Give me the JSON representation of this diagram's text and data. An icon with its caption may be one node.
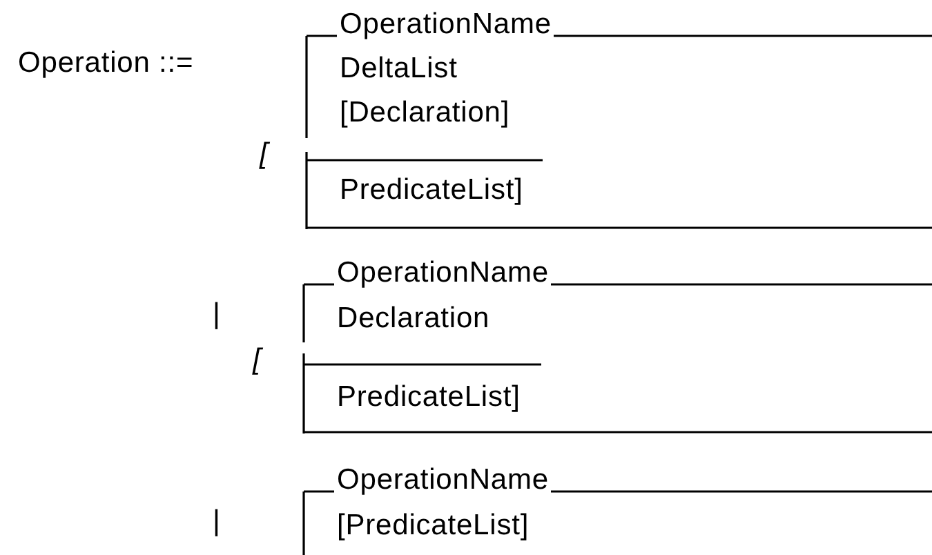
{
  "diagram": {
    "nodes": [
      {
        "text": [
          "OperationName",
          "DeltaList",
          "[Declaration]",
          "PredicateList]"
        ]
      },
      {
        "text": [
          "OperationName",
          "Declaration",
          "PredicateList]"
        ]
      },
      {
        "text": [
          "OperationName",
          "[PredicateList]"
        ]
      }
    ],
    "labels": [
      "Operation ::=",
      "[",
      "|",
      "[",
      "|"
    ]
  }
}
